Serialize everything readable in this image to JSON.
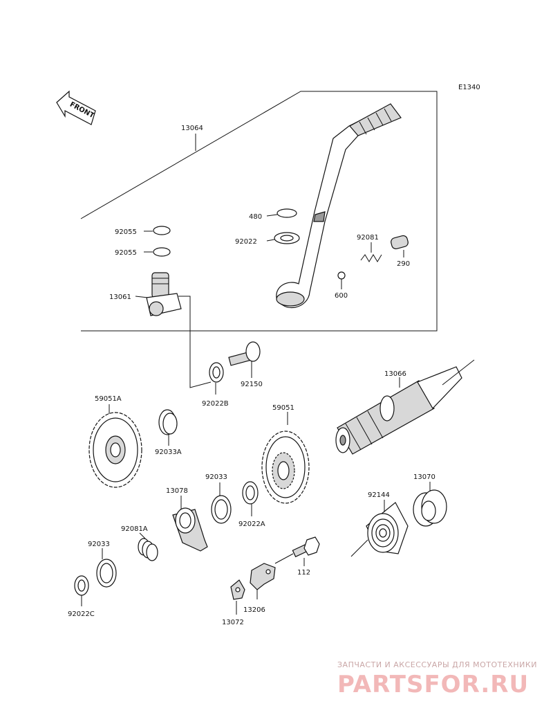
{
  "diagram_code": "E1340",
  "front_label": "FRONT",
  "labels": {
    "p13064": "13064",
    "p480": "480",
    "p92022": "92022",
    "p92081": "92081",
    "p290": "290",
    "p600": "600",
    "p92055a": "92055",
    "p92055b": "92055",
    "p13061": "13061",
    "p92150": "92150",
    "p92022B": "92022B",
    "p13066": "13066",
    "p59051A": "59051A",
    "p92033A": "92033A",
    "p59051": "59051",
    "p92033": "92033",
    "p13078": "13078",
    "p92022A": "92022A",
    "p92144": "92144",
    "p13070": "13070",
    "p92081A": "92081A",
    "p92033b": "92033",
    "p92022C": "92022C",
    "p112": "112",
    "p13206": "13206",
    "p13072": "13072"
  },
  "watermark": {
    "line1": "ЗАПЧАСТИ И АКСЕССУАРЫ ДЛЯ МОТОТЕХНИКИ",
    "line2": "PARTSFOR.RU"
  }
}
